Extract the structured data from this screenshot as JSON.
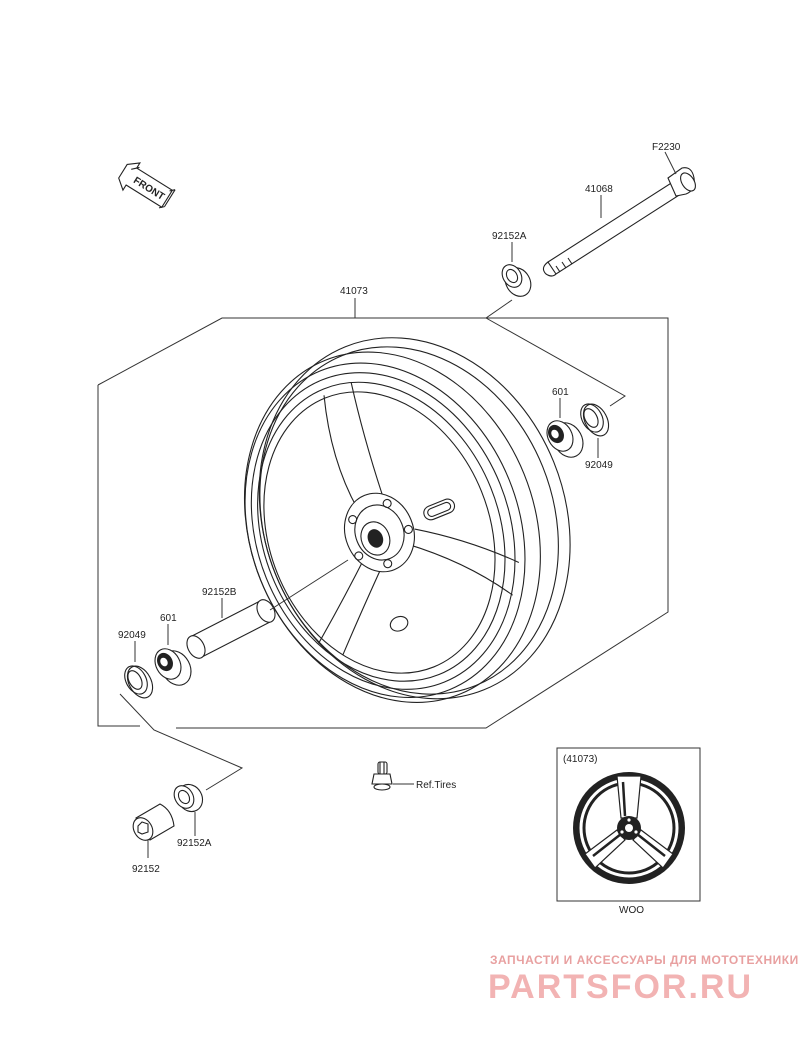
{
  "labels": {
    "front": "FRONT",
    "f2230": "F2230",
    "p41068": "41068",
    "p92152A_top": "92152A",
    "p41073": "41073",
    "p601_right": "601",
    "p92049_right": "92049",
    "p92152B": "92152B",
    "p601_left": "601",
    "p92049_left": "92049",
    "ref_tires": "Ref.Tires",
    "p92152": "92152",
    "p92152A_bottom": "92152A",
    "inset_ref": "(41073)",
    "inset_code": "WOO"
  },
  "watermark": {
    "tagline": "ЗАПЧАСТИ И АКСЕССУАРЫ ДЛЯ МОТОТЕХНИКИ",
    "logo": "PARTSFOR.RU"
  },
  "colors": {
    "line": "#222222",
    "watermark": "#f2b3b3"
  }
}
